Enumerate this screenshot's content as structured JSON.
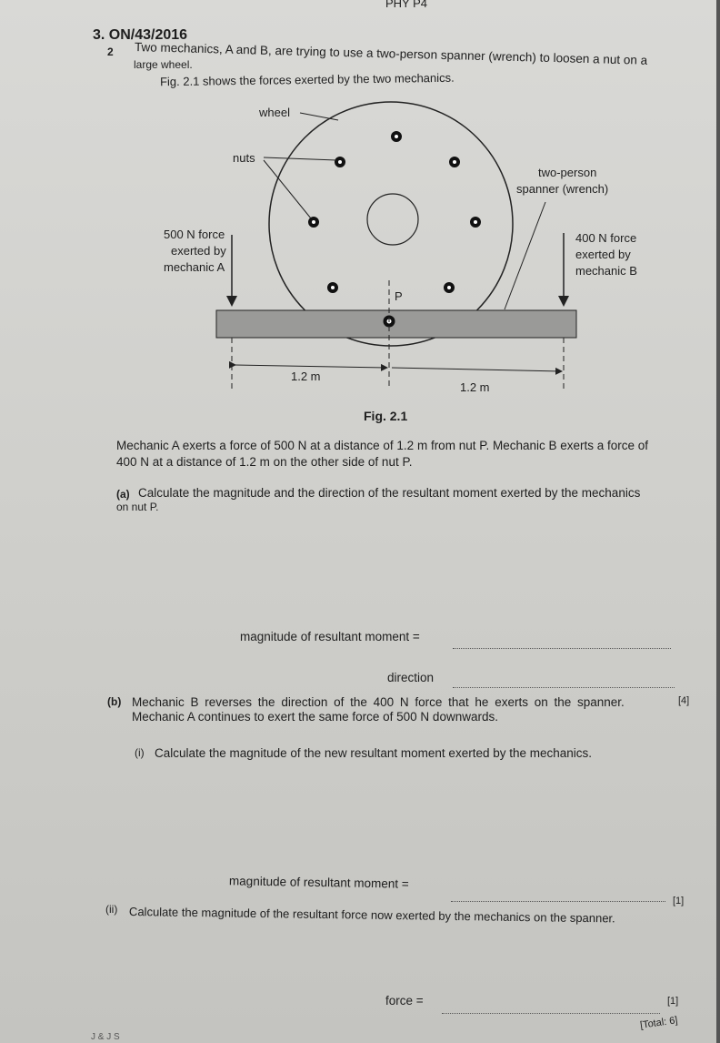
{
  "header": {
    "page_code": "PHY P4",
    "question_ref": "3.  ON/43/2016"
  },
  "question": {
    "number": "2",
    "intro_line1": "Two mechanics, A and B, are trying to use a two-person spanner (wrench) to loosen a nut on a",
    "intro_line2": "large wheel.",
    "fig_intro": "Fig. 2.1 shows the forces exerted by the two mechanics."
  },
  "figure": {
    "labels": {
      "wheel": "wheel",
      "nuts": "nuts",
      "spanner1": "two-person",
      "spanner2": "spanner (wrench)",
      "forceA1": "500 N force",
      "forceA2": "exerted by",
      "forceA3": "mechanic A",
      "forceB1": "400 N force",
      "forceB2": "exerted by",
      "forceB3": "mechanic B",
      "pivot": "P",
      "distA": "1.2 m",
      "distB": "1.2 m"
    },
    "caption": "Fig. 2.1"
  },
  "body": {
    "para1": "Mechanic A exerts a force of 500 N at a distance of 1.2 m from nut P. Mechanic B exerts a force of",
    "para2": "400 N at a distance of 1.2 m on the other side of nut P."
  },
  "part_a": {
    "label": "(a)",
    "text1": "Calculate the magnitude and the direction of the resultant moment exerted by the mechanics",
    "text2": "on nut P.",
    "answer1": "magnitude of resultant moment =",
    "answer2": "direction",
    "marks": "[4]"
  },
  "part_b": {
    "label": "(b)",
    "text1": "Mechanic B reverses the direction of the 400 N force that he exerts on the spanner.",
    "text2": "Mechanic A continues to exert the same force of 500 N downwards.",
    "i_label": "(i)",
    "i_text": "Calculate the magnitude of the new resultant moment exerted by the mechanics.",
    "i_answer": "magnitude of resultant moment =",
    "i_marks": "[1]",
    "ii_label": "(ii)",
    "ii_text": "Calculate the magnitude of the resultant force now exerted by the mechanics on the spanner.",
    "ii_answer": "force =",
    "ii_marks": "[1]",
    "total": "[Total: 6]"
  },
  "footer": {
    "stamp": "J & J S"
  }
}
